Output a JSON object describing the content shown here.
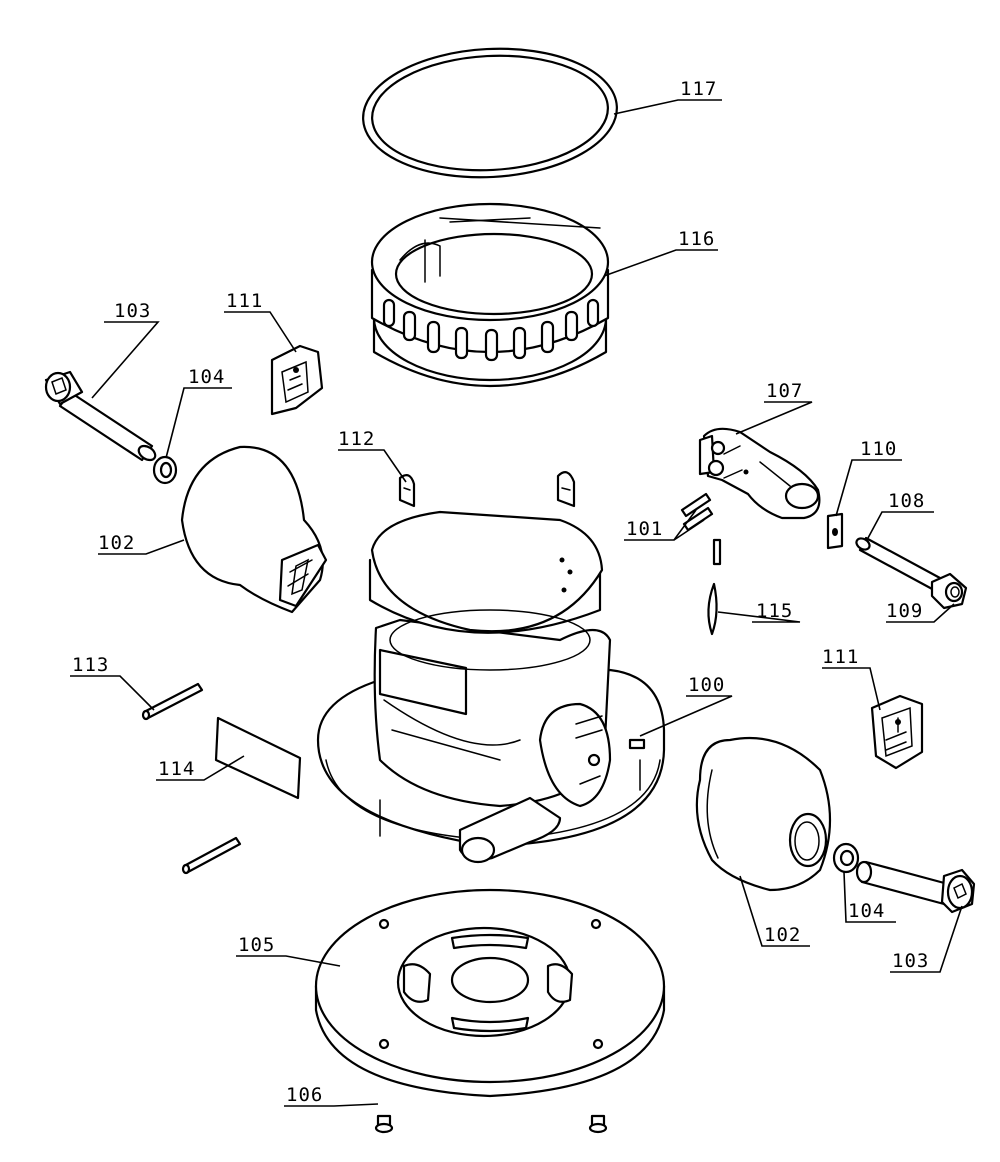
{
  "callouts": {
    "c117": "117",
    "c116": "116",
    "c111a": "111",
    "c103a": "103",
    "c104a": "104",
    "c112": "112",
    "c107": "107",
    "c110": "110",
    "c108": "108",
    "c101": "101",
    "c102a": "102",
    "c115": "115",
    "c109": "109",
    "c113": "113",
    "c100": "100",
    "c111b": "111",
    "c114": "114",
    "c105": "105",
    "c104b": "104",
    "c102b": "102",
    "c103b": "103",
    "c106": "106"
  }
}
